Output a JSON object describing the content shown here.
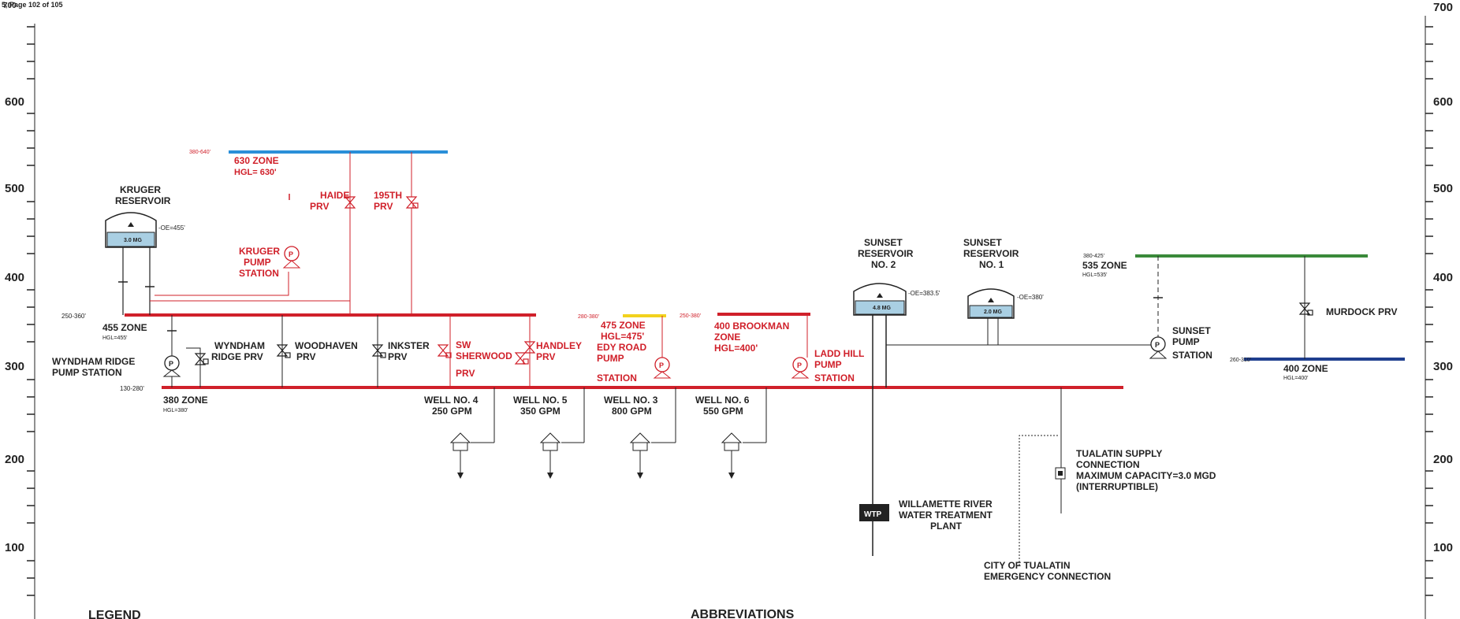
{
  "header": {
    "page_text": "5, Page 102 of 105",
    "top_left_number": "700"
  },
  "scale": {
    "labels": [
      "700",
      "600",
      "500",
      "400",
      "300",
      "200",
      "100"
    ]
  },
  "zones": {
    "z630": {
      "name": "630 ZONE",
      "hgl": "HGL= 630'",
      "range": "380-640'"
    },
    "z455": {
      "name": "455 ZONE",
      "hgl": "HGL=455'",
      "range": "250-360'"
    },
    "z380": {
      "name": "380 ZONE",
      "hgl": "HGL=380'",
      "range": "130-280'"
    },
    "z475": {
      "name": "475 ZONE",
      "hgl": "HGL=475'",
      "range": "280-380'"
    },
    "z400b": {
      "name": "400 BROOKMAN",
      "name2": "ZONE",
      "hgl": "HGL=400'",
      "range": "250-380'"
    },
    "z535": {
      "name": "535 ZONE",
      "hgl": "HGL=535'",
      "range": "380-425'"
    },
    "z400": {
      "name": "400 ZONE",
      "hgl": "HGL=400'",
      "range": "260-310'"
    }
  },
  "reservoirs": {
    "kruger": {
      "line1": "KRUGER",
      "line2": "RESERVOIR",
      "capacity": "3.0 MG",
      "oe": "-OE=455'"
    },
    "sunset2": {
      "line1": "SUNSET",
      "line2": "RESERVOIR",
      "line3": "NO. 2",
      "capacity": "4.8 MG",
      "oe": "-OE=383.5'"
    },
    "sunset1": {
      "line1": "SUNSET",
      "line2": "RESERVOIR",
      "line3": "NO. 1",
      "capacity": "2.0 MG",
      "oe": "-OE=380'"
    }
  },
  "prvs": {
    "haide": {
      "line1": "HAIDE",
      "line2": "PRV"
    },
    "s195": {
      "line1": "195TH",
      "line2": "PRV"
    },
    "wyndham": {
      "line1": "WYNDHAM",
      "line2": "RIDGE PRV"
    },
    "woodhaven": {
      "line1": "WOODHAVEN",
      "line2": "PRV"
    },
    "inkster": {
      "line1": "INKSTER",
      "line2": "PRV"
    },
    "sw_sherwood": {
      "line1": "SW",
      "line2": "SHERWOOD",
      "line3": "PRV"
    },
    "handley": {
      "line1": "HANDLEY",
      "line2": "PRV"
    },
    "murdock": {
      "line1": "MURDOCK PRV"
    }
  },
  "pump_stations": {
    "kruger": {
      "line1": "KRUGER",
      "line2": "PUMP",
      "line3": "STATION"
    },
    "wyndham": {
      "line1": "WYNDHAM RIDGE",
      "line2": "PUMP STATION"
    },
    "edy": {
      "line1": "EDY ROAD",
      "line2": "PUMP",
      "line3": "STATION"
    },
    "ladd": {
      "line1": "LADD HILL",
      "line2": "PUMP",
      "line3": "STATION"
    },
    "sunset": {
      "line1": "SUNSET",
      "line2": "PUMP",
      "line3": "STATION"
    }
  },
  "wells": [
    {
      "name": "WELL NO. 4",
      "flow": "250 GPM"
    },
    {
      "name": "WELL NO. 5",
      "flow": "350 GPM"
    },
    {
      "name": "WELL NO. 3",
      "flow": "800 GPM"
    },
    {
      "name": "WELL NO. 6",
      "flow": "550 GPM"
    }
  ],
  "willamette": {
    "line1": "WILLAMETTE RIVER",
    "line2": "WATER TREATMENT",
    "line3": "PLANT",
    "box": "WTP"
  },
  "tualatin_supply": {
    "line1": "TUALATIN SUPPLY",
    "line2": "CONNECTION",
    "line3": "MAXIMUM CAPACITY=3.0 MGD",
    "line4": "(INTERRUPTIBLE)"
  },
  "tualatin_emergency": {
    "line1": "CITY OF TUALATIN",
    "line2": "EMERGENCY CONNECTION"
  },
  "bottom": {
    "legend": "LEGEND",
    "abbreviations": "ABBREVIATIONS"
  },
  "colors": {
    "red": "#d0202a",
    "blue": "#2a8fd8",
    "green": "#3a8a3a",
    "navy": "#1f3f8f",
    "yellow": "#f2d21e",
    "tank": "#a9cfe3"
  }
}
